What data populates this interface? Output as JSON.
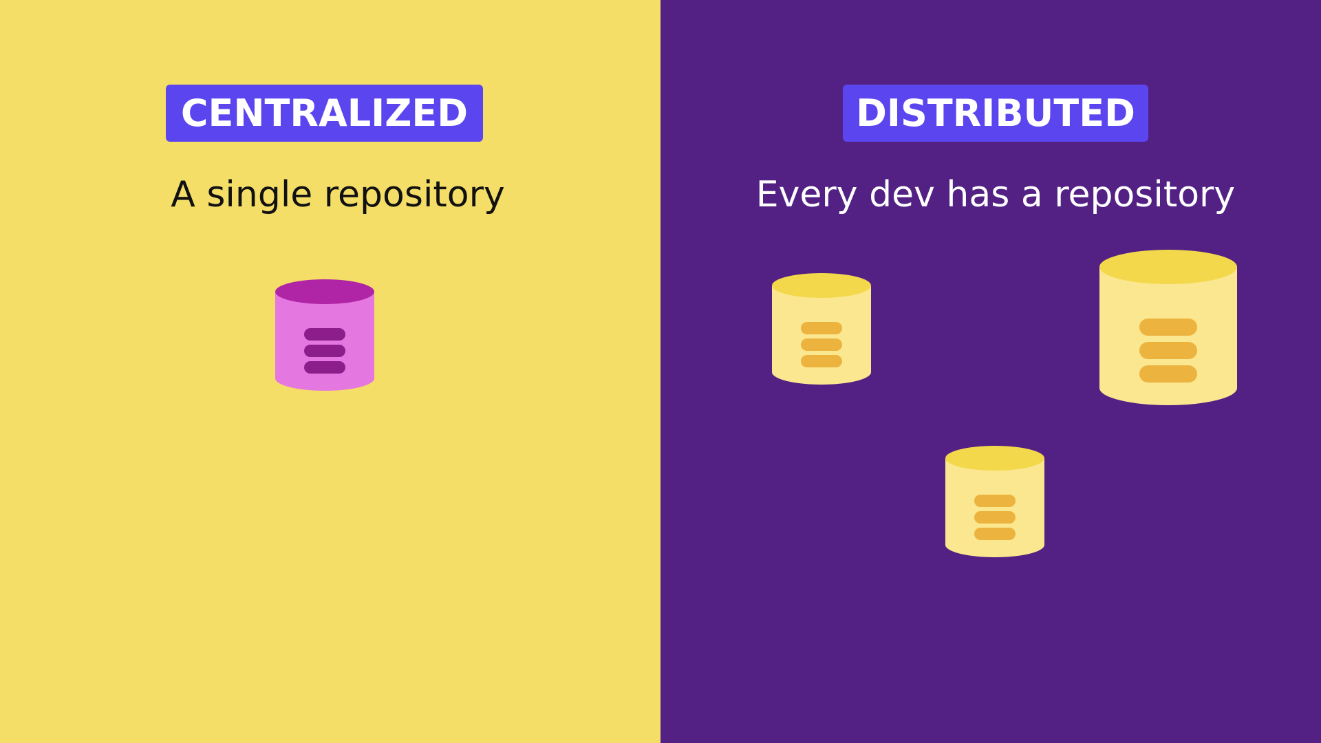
{
  "colors": {
    "left_background": "#f4de68",
    "right_background": "#532184",
    "badge_background": "#5a45ef",
    "badge_text": "#ffffff",
    "left_subtitle_text": "#111111",
    "right_subtitle_text": "#ffffff",
    "central_db_top": "#b024a6",
    "central_db_body": "#e577e0",
    "central_db_bars": "#8d1d8a",
    "dev_db_top": "#f3d84c",
    "dev_db_body": "#fbe78f",
    "dev_db_bars": "#ecb33f"
  },
  "left": {
    "badge": "CENTRALIZED",
    "subtitle": "A single repository",
    "icon": "database-icon"
  },
  "right": {
    "badge": "DISTRIBUTED",
    "subtitle": "Every dev has a repository",
    "icon": "database-icon"
  }
}
